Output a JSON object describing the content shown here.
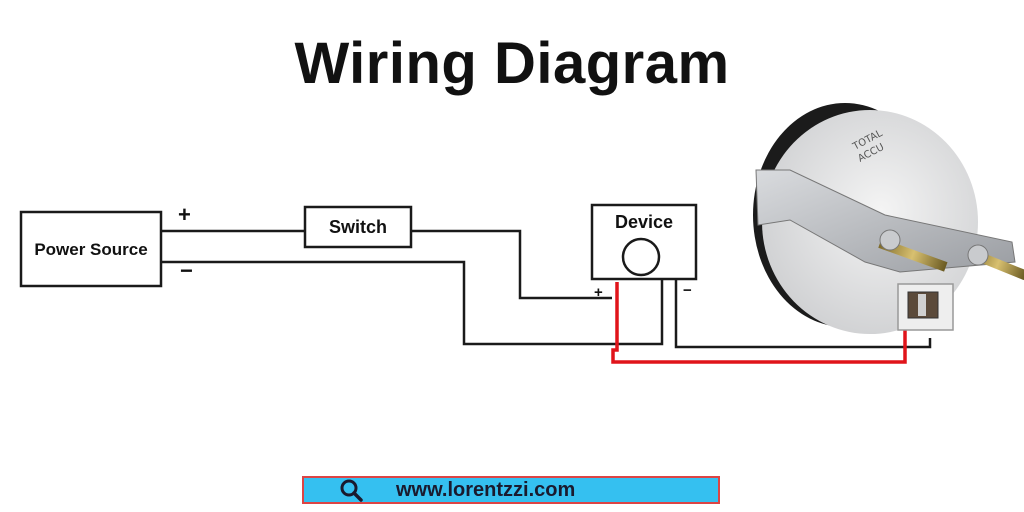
{
  "title": "Wiring Diagram",
  "components": {
    "power_source": "Power Source",
    "switch": "Switch",
    "device": "Device"
  },
  "polarity": {
    "plus": "+",
    "minus": "−"
  },
  "gauge": {
    "face_text_line1": "TOTAL",
    "face_text_line2": "ACCU"
  },
  "footer": {
    "url": "www.lorentzzi.com",
    "icon": "search-icon"
  },
  "colors": {
    "wire": "#1a1a1a",
    "red_wire": "#e0141a",
    "footer_bg": "#35c0f0",
    "footer_border": "#d44"
  }
}
